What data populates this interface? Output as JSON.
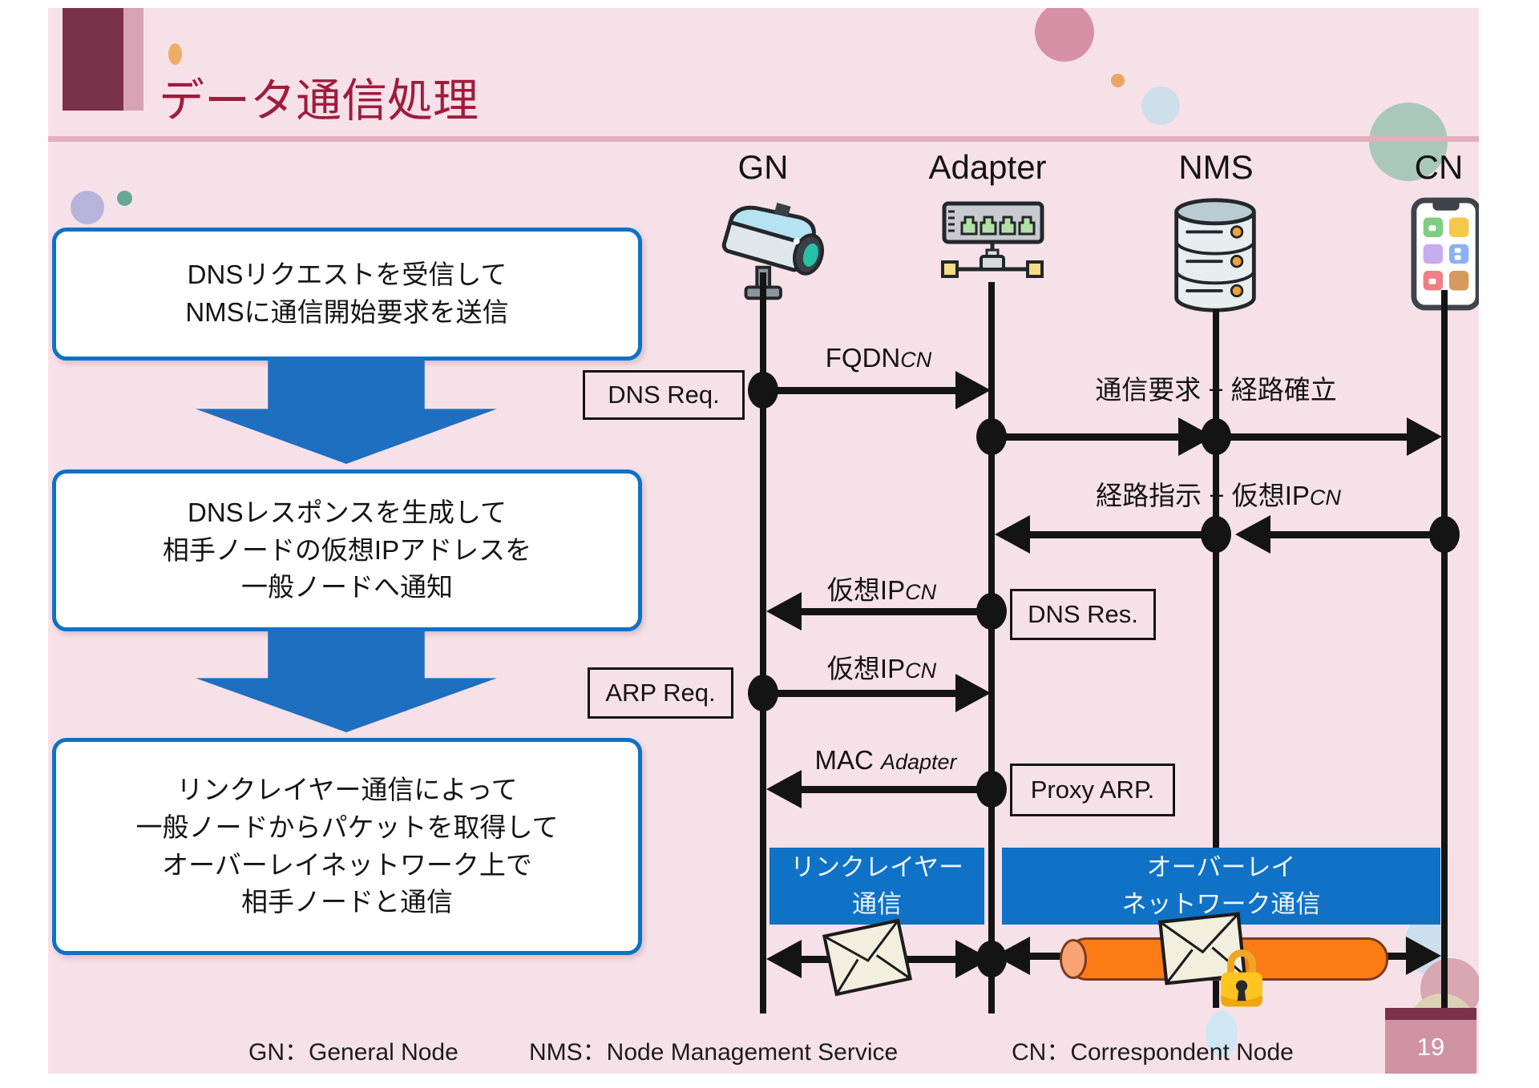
{
  "title": "データ通信処理",
  "page_number": "19",
  "lifelines": [
    {
      "label": "GN"
    },
    {
      "label": "Adapter"
    },
    {
      "label": "NMS"
    },
    {
      "label": "CN"
    }
  ],
  "flow": [
    {
      "lines": [
        "DNSリクエストを受信して",
        "NMSに通信開始要求を送信"
      ]
    },
    {
      "lines": [
        "DNSレスポンスを生成して",
        "相手ノードの仮想IPアドレスを",
        "一般ノードへ通知"
      ]
    },
    {
      "lines": [
        "リンクレイヤー通信によって",
        "一般ノードからパケットを取得して",
        "オーバーレイネットワーク上で",
        "相手ノードと通信"
      ]
    }
  ],
  "messages": {
    "fqdn": {
      "main": "FQDN",
      "sub": "CN"
    },
    "comm_request": "通信要求 + 経路確立",
    "route_instruction": {
      "main": "経路指示 + 仮想IP",
      "sub": "CN"
    },
    "virtual_ip_response": {
      "main": "仮想IP",
      "sub": "CN"
    },
    "virtual_ip_request": {
      "main": "仮想IP",
      "sub": "CN"
    },
    "mac": {
      "main": "MAC ",
      "sub": "Adapter"
    }
  },
  "tags": {
    "dns_req": "DNS Req.",
    "dns_res": "DNS Res.",
    "arp_req": "ARP Req.",
    "proxy_arp": "Proxy ARP."
  },
  "bands": {
    "link_layer": {
      "lines": [
        "リンクレイヤー",
        "通信"
      ]
    },
    "overlay": {
      "lines": [
        "オーバーレイ",
        "ネットワーク通信"
      ]
    }
  },
  "legend": [
    {
      "text": "GN：General Node"
    },
    {
      "text": "NMS：Node Management Service"
    },
    {
      "text": "CN：Correspondent Node"
    }
  ],
  "colors": {
    "slide_bg": "#f7e1e8",
    "title_text": "#9e1c3e",
    "header_block": "#7b3149",
    "header_strip": "#d7a2b4",
    "divider": "#e5aebe",
    "accent_blue": "#0d72c6",
    "arrow_blue": "#1e6fc0",
    "band_blue": "#0f72c6",
    "line_black": "#141414",
    "tunnel_orange": "#fb7c14",
    "tunnel_edge": "#7c3a22",
    "page_box": "#cf93a3",
    "lock_gold": "#ffc51e"
  }
}
